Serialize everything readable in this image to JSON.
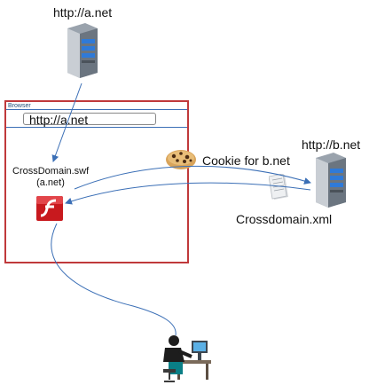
{
  "server_a": {
    "label": "http://a.net",
    "icon": "server-icon"
  },
  "server_b": {
    "label": "http://b.net",
    "icon": "server-icon"
  },
  "browser": {
    "title": "Browser",
    "address": "http://a.net",
    "swf_name": "CrossDomain.swf",
    "swf_origin": "(a.net)",
    "flash_icon": "flash-player-icon"
  },
  "cookie": {
    "label": "Cookie for b.net",
    "icon": "cookie-icon"
  },
  "policy_file": {
    "label": "Crossdomain.xml",
    "icon": "document-icon"
  },
  "user": {
    "icon": "user-at-computer-icon"
  },
  "colors": {
    "browser_border": "#c0393b",
    "arrows": "#3b6fb6",
    "flash_red": "#c8191e"
  }
}
